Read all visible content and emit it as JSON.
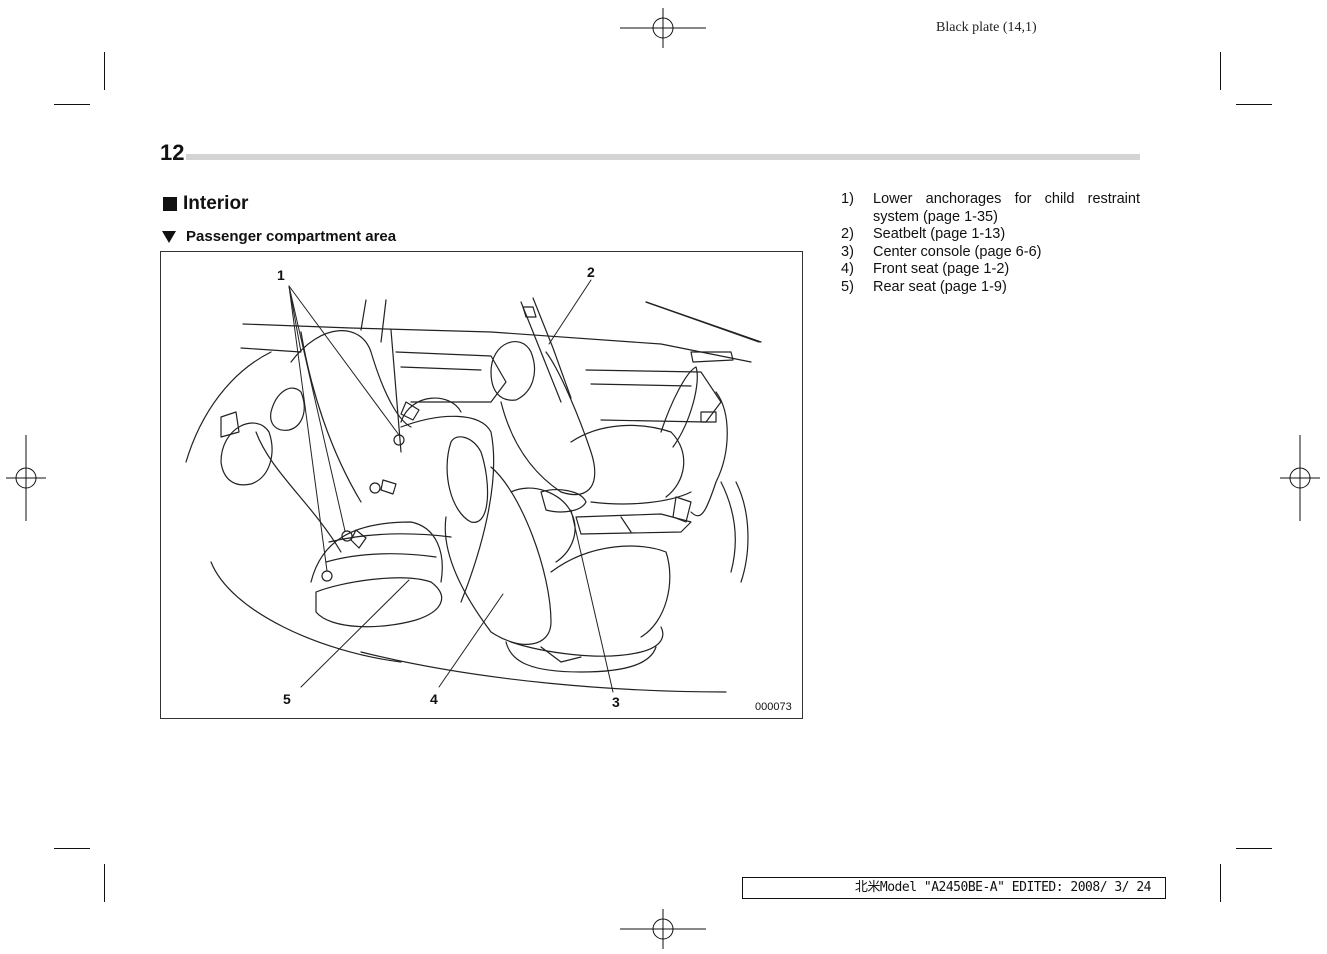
{
  "plate_label": "Black plate (14,1)",
  "page_number": "12",
  "section_title": "Interior",
  "subsection_title": "Passenger compartment area",
  "figure": {
    "callouts": [
      "1",
      "2",
      "3",
      "4",
      "5"
    ],
    "code": "000073"
  },
  "legend": [
    {
      "num": "1)",
      "text": "Lower anchorages for child restraint system (page 1-35)"
    },
    {
      "num": "2)",
      "text": "Seatbelt (page 1-13)"
    },
    {
      "num": "3)",
      "text": "Center console (page 6-6)"
    },
    {
      "num": "4)",
      "text": "Front seat (page 1-2)"
    },
    {
      "num": "5)",
      "text": "Rear seat (page 1-9)"
    }
  ],
  "footer": "北米Model \"A2450BE-A\" EDITED: 2008/ 3/ 24",
  "icons": {
    "section": "filled-square-icon",
    "subsection": "down-triangle-icon",
    "registration": "crosshair-registration-icon"
  }
}
